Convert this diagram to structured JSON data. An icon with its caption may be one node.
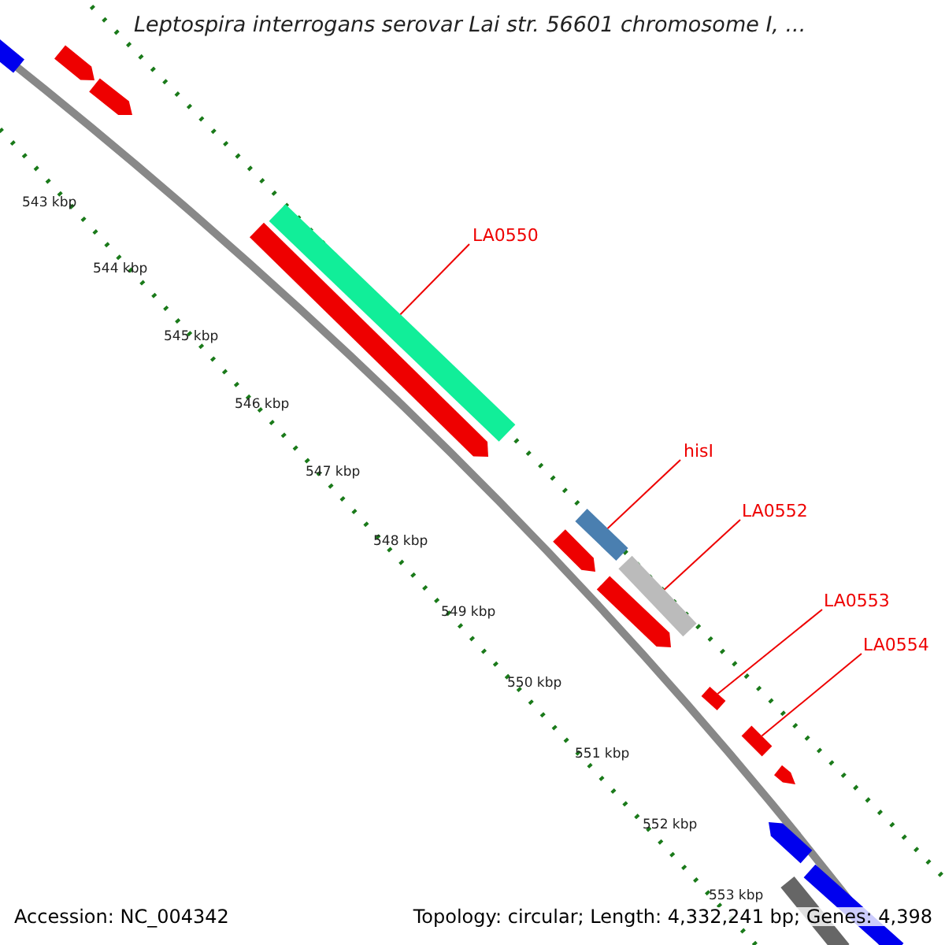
{
  "diagram": {
    "title": "Leptospira interrogans serovar Lai str. 56601 chromosome I, ...",
    "nodes": [
      {
        "text": [
          "LA0550"
        ]
      },
      {
        "text": [
          "hisI"
        ]
      },
      {
        "text": [
          "LA0552"
        ]
      },
      {
        "text": [
          "LA0553"
        ]
      },
      {
        "text": [
          "LA0554"
        ]
      },
      {
        "text": [],
        "shape": "bar"
      },
      {
        "text": [],
        "shape": "bar"
      },
      {
        "text": [],
        "shape": "bar"
      },
      {
        "text": [],
        "shape": "bar"
      },
      {
        "text": [],
        "shape": "bar"
      }
    ],
    "edges": [
      {
        "from": 0,
        "to": 5,
        "arrow": "none"
      },
      {
        "from": 1,
        "to": 6,
        "arrow": "none"
      },
      {
        "from": 2,
        "to": 7,
        "arrow": "none"
      },
      {
        "from": 3,
        "to": 8,
        "arrow": "none"
      },
      {
        "from": 4,
        "to": 9,
        "arrow": "none"
      }
    ],
    "labels": [
      "543 kbp",
      "544 kbp",
      "545 kbp",
      "546 kbp",
      "547 kbp",
      "548 kbp",
      "549 kbp",
      "550 kbp",
      "551 kbp",
      "552 kbp",
      "553 kbp",
      "Accession: NC_004342",
      "Topology: circular; Length: 4,332,241 bp; Genes: 4,398"
    ]
  }
}
